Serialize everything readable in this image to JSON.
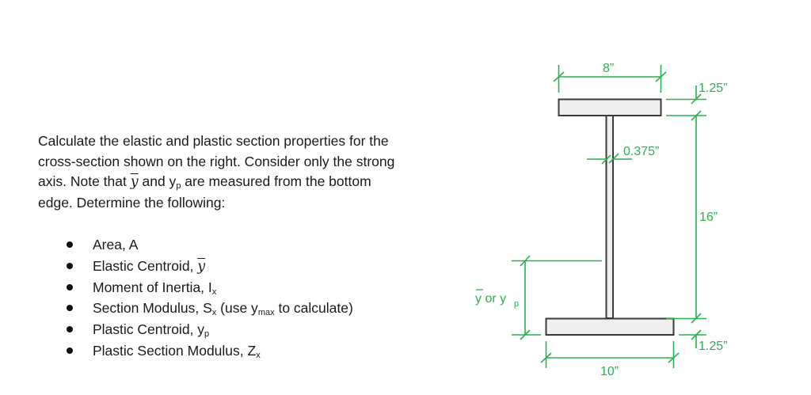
{
  "problem": {
    "intro_line1": "Calculate the elastic and plastic section properties for the",
    "intro_line2": "cross-section shown on the right. Consider only the strong",
    "intro_line3_pre": "axis. Note that ",
    "intro_line3_ybar": "y",
    "intro_line3_mid": " and y",
    "intro_line3_sub": "p",
    "intro_line3_post": " are measured from the bottom",
    "intro_line4": "edge. Determine the following:"
  },
  "items": [
    {
      "label": "Area, A",
      "sub": "",
      "extra": ""
    },
    {
      "label": "Elastic Centroid, ",
      "symbol": "y",
      "sub": "",
      "extra": ""
    },
    {
      "label": "Moment of Inertia, I",
      "sub": "x",
      "extra": ""
    },
    {
      "label": "Section Modulus, S",
      "sub": "x",
      "extra": " (use y",
      "extra_sub": "max",
      "extra_post": " to calculate)"
    },
    {
      "label": "Plastic Centroid, y",
      "sub": "p",
      "extra": ""
    },
    {
      "label": "Plastic Section Modulus, Z",
      "sub": "x",
      "extra": ""
    }
  ],
  "diagram": {
    "colors": {
      "dimension": "#2bb04f",
      "section_fill": "#efefef",
      "section_stroke": "#3a3a3a"
    },
    "dimensions": {
      "top_flange_width": "8”",
      "top_flange_thickness": "1.25”",
      "web_thickness": "0.375”",
      "web_height": "16”",
      "bottom_flange_thickness": "1.25”",
      "bottom_flange_width": "10”",
      "centroid_label": "y or y",
      "centroid_label_sub": "p"
    }
  }
}
